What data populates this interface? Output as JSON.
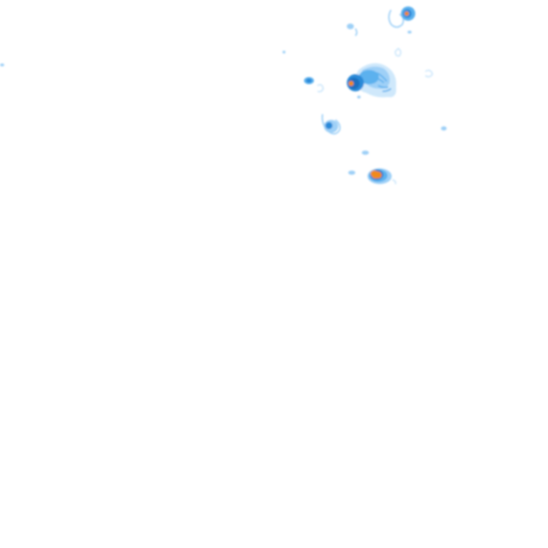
{
  "map": {
    "layer": "precipitation-radar",
    "background_color": "#ffffff",
    "intensity_palette": {
      "very-light": "#cfe8fb",
      "light": "#9fd0f7",
      "moderate": "#5bb1ee",
      "heavy": "#2a8ad8",
      "very-heavy": "#1d6fc0",
      "extreme": "#f08a1c"
    },
    "cells": [
      {
        "id": "cell-top-right",
        "peak": "extreme"
      },
      {
        "id": "cell-central-cluster",
        "peak": "extreme"
      },
      {
        "id": "cell-lower",
        "peak": "extreme"
      },
      {
        "id": "cell-small-left",
        "peak": "heavy"
      },
      {
        "id": "cell-mid-left",
        "peak": "heavy"
      }
    ]
  }
}
